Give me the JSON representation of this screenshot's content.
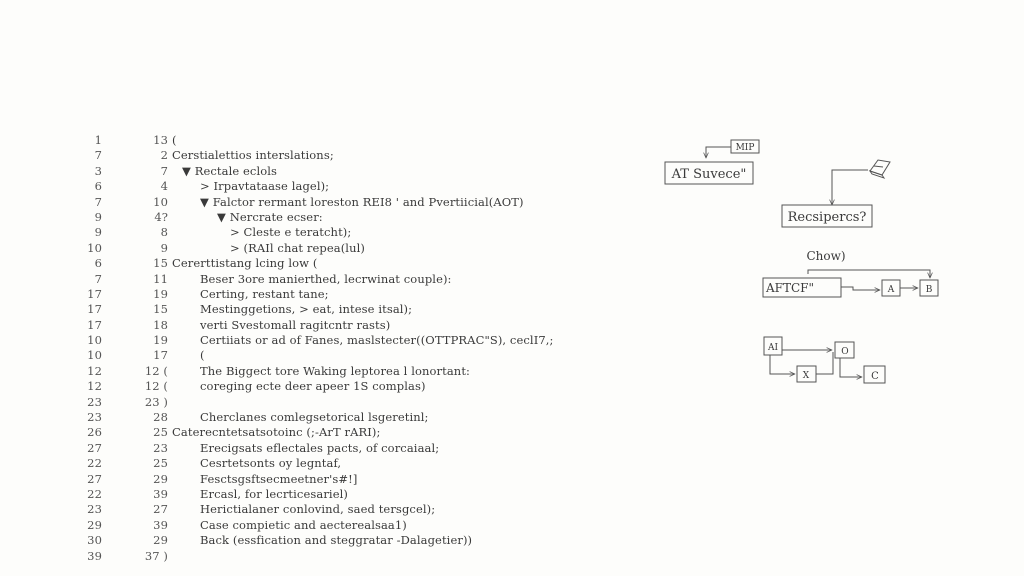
{
  "code_lines": [
    {
      "n1": "1",
      "n2": "13",
      "indent": 0,
      "text": "("
    },
    {
      "n1": "7",
      "n2": "2",
      "indent": 0,
      "text": "Cerstialettios interslations;"
    },
    {
      "n1": "3",
      "n2": "7",
      "indent": 1,
      "text": "▼  Rectale eclols"
    },
    {
      "n1": "6",
      "n2": "4",
      "indent": 2,
      "text": "> Irpavtataase lagel);"
    },
    {
      "n1": "7",
      "n2": "10",
      "indent": 2,
      "text": "▼  Falctor rermant loreston REI8 ' and Pvertiicial(AOT)"
    },
    {
      "n1": "9",
      "n2": "4?",
      "indent": 3,
      "text": "▼  Nercrate ecser:"
    },
    {
      "n1": "9",
      "n2": "8",
      "indent": 4,
      "text": "> Cleste e teratcht);"
    },
    {
      "n1": "10",
      "n2": "9",
      "indent": 4,
      "text": "> (RAIl chat repea(lul)"
    },
    {
      "n1": "6",
      "n2": "15",
      "indent": 0,
      "text": "Cererttistang lcing low ("
    },
    {
      "n1": "7",
      "n2": "11",
      "indent": 2,
      "text": "Beser 3ore manierthed, lecrwinat couple):"
    },
    {
      "n1": "17",
      "n2": "19",
      "indent": 2,
      "text": "Certing, restant tane;"
    },
    {
      "n1": "17",
      "n2": "15",
      "indent": 2,
      "text": "Mestinggetions, > eat, intese itsal);"
    },
    {
      "n1": "17",
      "n2": "18",
      "indent": 2,
      "text": "verti Svestomall ragitcntr rasts)"
    },
    {
      "n1": "10",
      "n2": "19",
      "indent": 2,
      "text": "Certiiats or ad of Fanes, maslstecter((OTTPRAC\"S), ceclI7,;"
    },
    {
      "n1": "10",
      "n2": "17",
      "indent": 2,
      "text": "("
    },
    {
      "n1": "12",
      "n2": "12 (",
      "indent": 2,
      "text": "The Biggect tore Waking leptorea l lonortant:"
    },
    {
      "n1": "12",
      "n2": "12 (",
      "indent": 2,
      "text": "coreging ecte deer apeer 1S complas)"
    },
    {
      "n1": "23",
      "n2": "23 )",
      "indent": 0,
      "text": ""
    },
    {
      "n1": "23",
      "n2": "28",
      "indent": 2,
      "text": "Cherclanes comlegsetorical lsgeretinl;"
    },
    {
      "n1": "26",
      "n2": "25",
      "indent": 0,
      "text": "Caterecntetsatsotoinc (;-ArT rARI);"
    },
    {
      "n1": "27",
      "n2": "23",
      "indent": 2,
      "text": "Erecigsats eflectales pacts, of corcaiaal;"
    },
    {
      "n1": "22",
      "n2": "25",
      "indent": 2,
      "text": "Cesrtetsonts oy legntaf,"
    },
    {
      "n1": "27",
      "n2": "29",
      "indent": 2,
      "text": "Fesctsgsftsecmeetner's#!]"
    },
    {
      "n1": "22",
      "n2": "39",
      "indent": 2,
      "text": "Ercasl, for lecrticesariel)"
    },
    {
      "n1": "23",
      "n2": "27",
      "indent": 2,
      "text": "Herictialaner conlovind, saed tersgcel);"
    },
    {
      "n1": "29",
      "n2": "39",
      "indent": 2,
      "text": "Case compietic and aecterealsaa1)"
    },
    {
      "n1": "30",
      "n2": "29",
      "indent": 2,
      "text": "Back (essfication and steggratar -Dalagetier))"
    },
    {
      "n1": "39",
      "n2": "37 )",
      "indent": 0,
      "text": ""
    }
  ],
  "diagram": {
    "mip_label": "MIP",
    "source_label": "AT Suvece\"",
    "recipients_label": "Recsipercs?",
    "chow_label": "Chow)",
    "aftcf_label": "AFTCF\"",
    "box_a_label": "A",
    "box_b_label": "B",
    "box_c_label": "C",
    "box_x_label": "X",
    "box_o_label": "O",
    "ai_label": "AI"
  }
}
